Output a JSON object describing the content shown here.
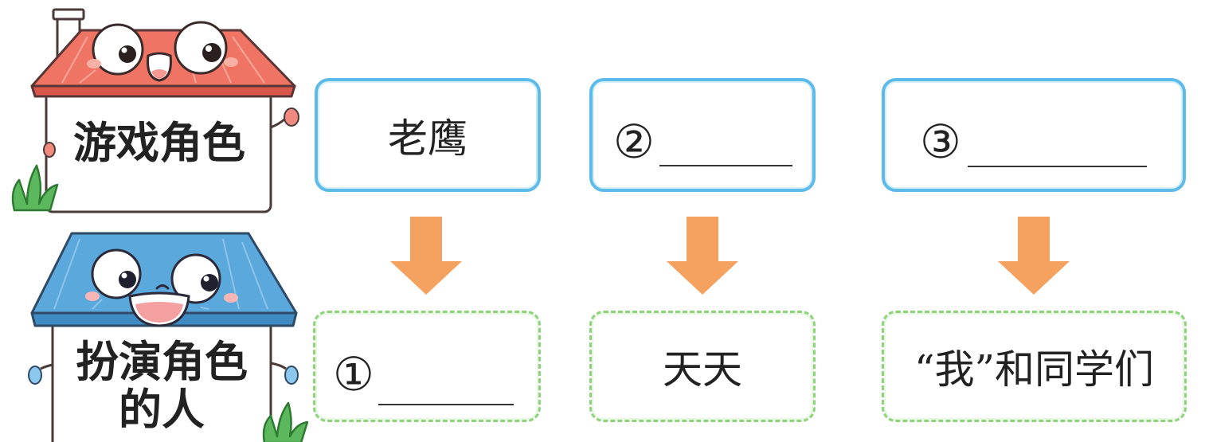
{
  "houses": {
    "game_role": {
      "label": "游戏角色"
    },
    "player": {
      "label_lines": [
        "扮演角色",
        "的人"
      ]
    }
  },
  "role_row": [
    {
      "text": "老鹰"
    },
    {
      "marker": "②"
    },
    {
      "marker": "③"
    }
  ],
  "player_row": [
    {
      "marker": "①"
    },
    {
      "text": "天天"
    },
    {
      "text": "“我”和同学们"
    }
  ],
  "colors": {
    "game_role_roof": "#f07464",
    "player_roof": "#5aa8dc",
    "arrow": "#f5a15f",
    "role_box_border": "#5dbbe9",
    "player_box_border": "#8dd37a"
  }
}
